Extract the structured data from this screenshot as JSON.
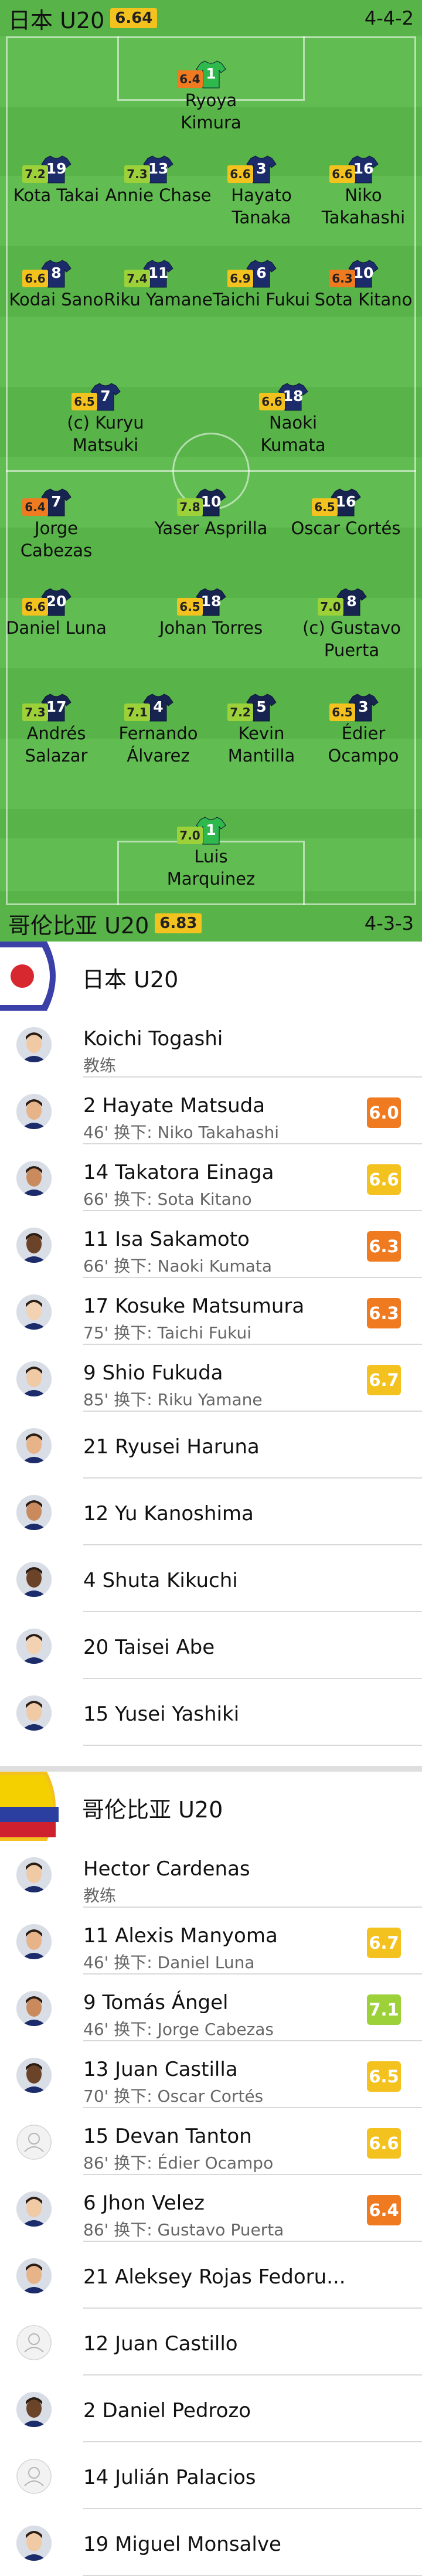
{
  "home": {
    "name": "日本 U20",
    "rating": "6.64",
    "formation": "4-4-2"
  },
  "away": {
    "name": "哥伦比亚 U20",
    "rating": "6.83",
    "formation": "4-3-3"
  },
  "pitch_players": [
    {
      "num": "1",
      "rating": "6.4",
      "name": "Ryoya Kimura",
      "rating_color": "#f07a20",
      "kit": "gk_home"
    },
    {
      "num": "19",
      "rating": "7.2",
      "name": "Kota Takai",
      "rating_color": "#9dd13a",
      "kit": "home"
    },
    {
      "num": "13",
      "rating": "7.3",
      "name": "Annie Chase",
      "rating_color": "#9dd13a",
      "kit": "home"
    },
    {
      "num": "3",
      "rating": "6.6",
      "name": "Hayato Tanaka",
      "rating_color": "#f4c21e",
      "kit": "home"
    },
    {
      "num": "16",
      "rating": "6.6",
      "name": "Niko Takahashi",
      "rating_color": "#f4c21e",
      "kit": "home"
    },
    {
      "num": "8",
      "rating": "6.6",
      "name": "Kodai Sano",
      "rating_color": "#f4c21e",
      "kit": "home"
    },
    {
      "num": "11",
      "rating": "7.4",
      "name": "Riku Yamane",
      "rating_color": "#9dd13a",
      "kit": "home"
    },
    {
      "num": "6",
      "rating": "6.9",
      "name": "Taichi Fukui",
      "rating_color": "#f4c21e",
      "kit": "home"
    },
    {
      "num": "10",
      "rating": "6.3",
      "name": "Sota Kitano",
      "rating_color": "#f07a20",
      "kit": "home"
    },
    {
      "num": "7",
      "rating": "6.5",
      "name": "(c) Kuryu Matsuki",
      "rating_color": "#f4c21e",
      "kit": "home"
    },
    {
      "num": "18",
      "rating": "6.6",
      "name": "Naoki Kumata",
      "rating_color": "#f4c21e",
      "kit": "home"
    },
    {
      "num": "7",
      "rating": "6.4",
      "name": "Jorge Cabezas",
      "rating_color": "#f07a20",
      "kit": "away"
    },
    {
      "num": "10",
      "rating": "7.8",
      "name": "Yaser Asprilla",
      "rating_color": "#9dd13a",
      "kit": "away"
    },
    {
      "num": "16",
      "rating": "6.5",
      "name": "Oscar Cortés",
      "rating_color": "#f4c21e",
      "kit": "away"
    },
    {
      "num": "20",
      "rating": "6.6",
      "name": "Daniel Luna",
      "rating_color": "#f4c21e",
      "kit": "away"
    },
    {
      "num": "18",
      "rating": "6.5",
      "name": "Johan Torres",
      "rating_color": "#f4c21e",
      "kit": "away"
    },
    {
      "num": "8",
      "rating": "7.0",
      "name": "(c) Gustavo Puerta",
      "rating_color": "#9dd13a",
      "kit": "away"
    },
    {
      "num": "17",
      "rating": "7.3",
      "name": "Andrés Salazar",
      "rating_color": "#9dd13a",
      "kit": "away"
    },
    {
      "num": "4",
      "rating": "7.1",
      "name": "Fernando Álvarez",
      "rating_color": "#9dd13a",
      "kit": "away"
    },
    {
      "num": "5",
      "rating": "7.2",
      "name": "Kevin Mantilla",
      "rating_color": "#9dd13a",
      "kit": "away"
    },
    {
      "num": "3",
      "rating": "6.5",
      "name": "Édier Ocampo",
      "rating_color": "#f4c21e",
      "kit": "away"
    },
    {
      "num": "1",
      "rating": "7.0",
      "name": "Luis Marquinez",
      "rating_color": "#9dd13a",
      "kit": "gk_away"
    }
  ],
  "home_section": {
    "title": "日本 U20",
    "coach": {
      "name": "Koichi Togashi",
      "role": "教练"
    },
    "subs": [
      {
        "name": "2 Hayate Matsuda",
        "sub": "46' 换下: Niko Takahashi",
        "rating": "6.0",
        "color": "#f07a20"
      },
      {
        "name": "14 Takatora Einaga",
        "sub": "66' 换下: Sota Kitano",
        "rating": "6.6",
        "color": "#f4c21e"
      },
      {
        "name": "11 Isa Sakamoto",
        "sub": "66' 换下: Naoki Kumata",
        "rating": "6.3",
        "color": "#f07a20"
      },
      {
        "name": "17 Kosuke Matsumura",
        "sub": "75' 换下: Taichi Fukui",
        "rating": "6.3",
        "color": "#f07a20"
      },
      {
        "name": "9 Shio Fukuda",
        "sub": "85' 换下: Riku Yamane",
        "rating": "6.7",
        "color": "#f4c21e"
      }
    ],
    "bench": [
      "21 Ryusei Haruna",
      "12 Yu Kanoshima",
      "4 Shuta Kikuchi",
      "20 Taisei Abe",
      "15 Yusei Yashiki"
    ]
  },
  "away_section": {
    "title": "哥伦比亚 U20",
    "coach": {
      "name": "Hector Cardenas",
      "role": "教练"
    },
    "subs": [
      {
        "name": "11 Alexis Manyoma",
        "sub": "46' 换下: Daniel Luna",
        "rating": "6.7",
        "color": "#f4c21e"
      },
      {
        "name": "9 Tomás Ángel",
        "sub": "46' 换下: Jorge Cabezas",
        "rating": "7.1",
        "color": "#9dd13a"
      },
      {
        "name": "13 Juan Castilla",
        "sub": "70' 换下: Oscar Cortés",
        "rating": "6.5",
        "color": "#f4c21e"
      },
      {
        "name": "15 Devan Tanton",
        "sub": "86' 换下: Édier Ocampo",
        "rating": "6.6",
        "color": "#f4c21e"
      },
      {
        "name": "6 Jhon Velez",
        "sub": "86' 换下: Gustavo Puerta",
        "rating": "6.4",
        "color": "#f07a20"
      }
    ],
    "bench": [
      "21 Aleksey Rojas Fedoru...",
      "12 Juan Castillo",
      "2 Daniel Pedrozo",
      "14 Julián Palacios",
      "19 Miguel Monsalve"
    ]
  }
}
